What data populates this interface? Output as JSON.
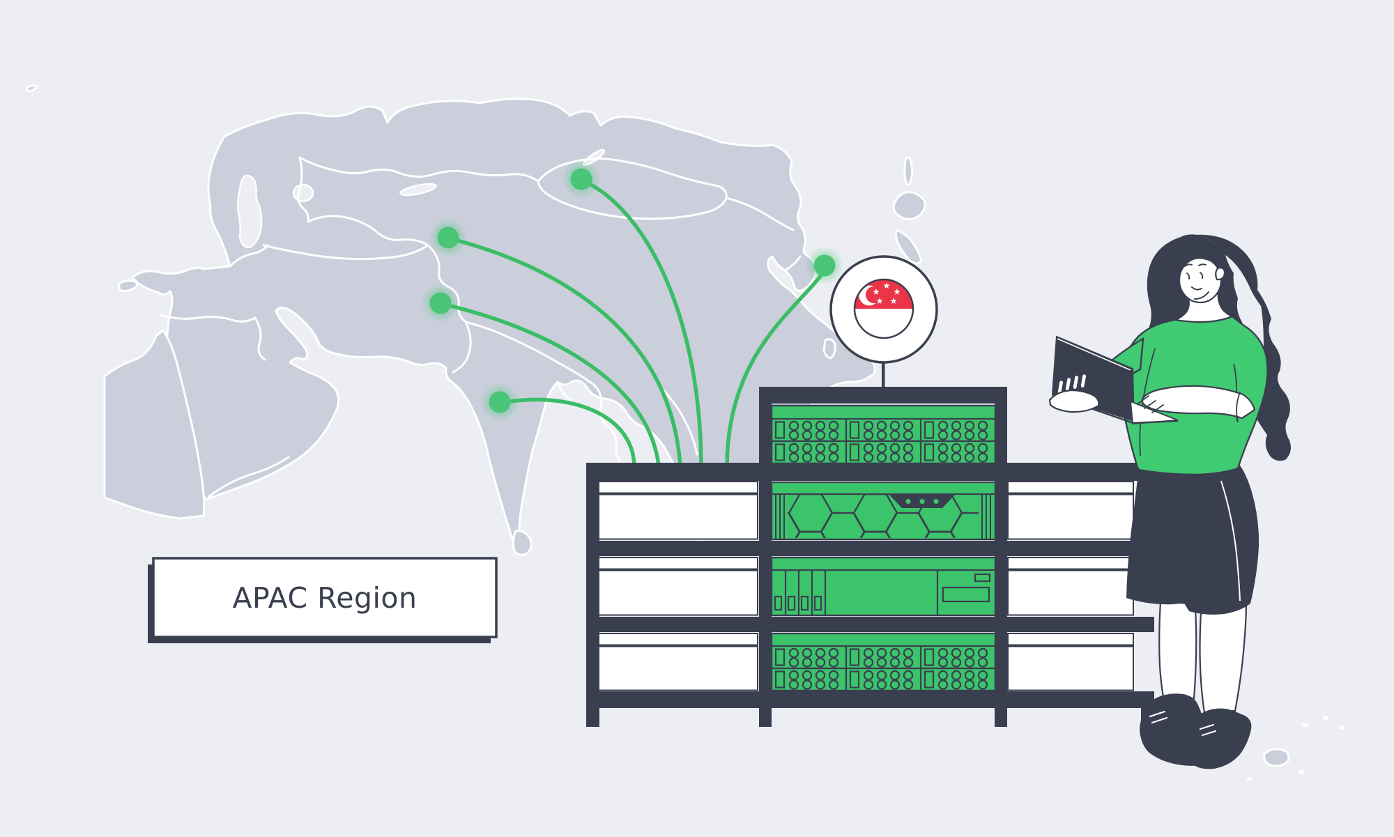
{
  "label": {
    "text": "APAC Region"
  },
  "badge": {
    "icon": "singapore-flag-icon",
    "flag_red": "#ea3448"
  },
  "map": {
    "icon": "asia-pacific-map",
    "connection_points": 5
  },
  "rack": {
    "server_units": 4,
    "shelf_boxes": 6
  },
  "colors": {
    "bg": "#edeef3",
    "land": "#cacfdb",
    "navy": "#3a3f4f",
    "green": "#3cc46b",
    "sweater": "#40cb72",
    "line": "#3bbd66",
    "dot": "#4ac578",
    "red": "#ea3448",
    "white": "#ffffff"
  }
}
